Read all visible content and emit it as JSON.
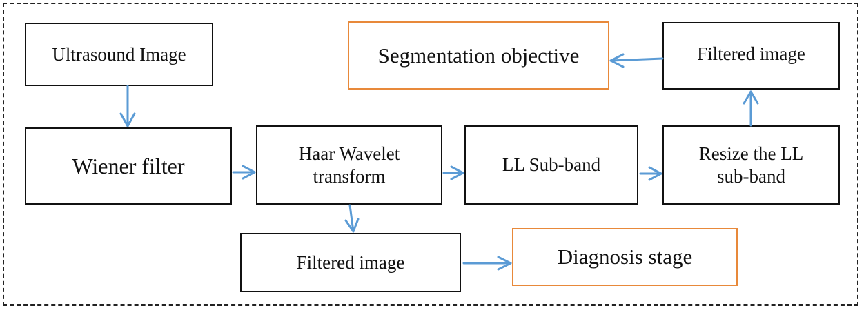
{
  "diagram": {
    "nodes": {
      "ultrasound": {
        "label": "Ultrasound Image"
      },
      "wiener": {
        "label": "Wiener filter"
      },
      "haar": {
        "label_line1": "Haar Wavelet",
        "label_line2": "transform"
      },
      "ll_subband": {
        "label": "LL Sub-band"
      },
      "resize": {
        "label_line1": "Resize the LL",
        "label_line2": "sub-band"
      },
      "filtered_top": {
        "label": "Filtered image"
      },
      "segmentation": {
        "label": "Segmentation objective"
      },
      "filtered_bottom": {
        "label": "Filtered image"
      },
      "diagnosis": {
        "label": "Diagnosis stage"
      }
    },
    "edges": [
      {
        "from": "ultrasound",
        "to": "wiener"
      },
      {
        "from": "wiener",
        "to": "haar"
      },
      {
        "from": "haar",
        "to": "ll_subband"
      },
      {
        "from": "ll_subband",
        "to": "resize"
      },
      {
        "from": "resize",
        "to": "filtered_top"
      },
      {
        "from": "filtered_top",
        "to": "segmentation"
      },
      {
        "from": "haar",
        "to": "filtered_bottom"
      },
      {
        "from": "filtered_bottom",
        "to": "diagnosis"
      }
    ],
    "colors": {
      "arrow": "#5b9bd5",
      "accent_border": "#e8893a",
      "border": "#111111"
    }
  }
}
